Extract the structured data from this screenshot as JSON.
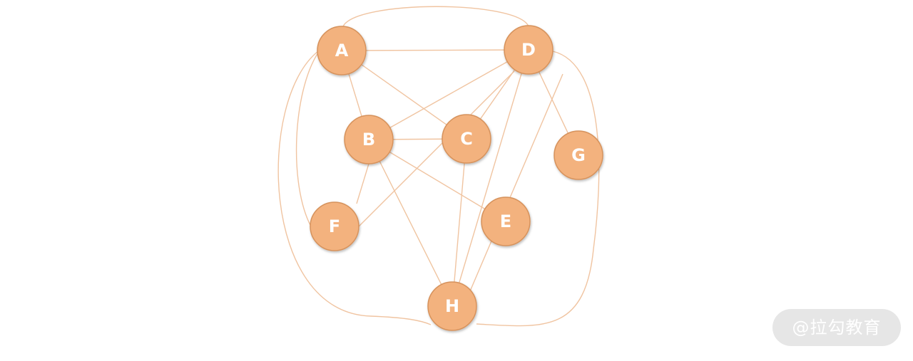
{
  "nodes": [
    {
      "id": "A",
      "label": "A"
    },
    {
      "id": "B",
      "label": "B"
    },
    {
      "id": "C",
      "label": "C"
    },
    {
      "id": "D",
      "label": "D"
    },
    {
      "id": "E",
      "label": "E"
    },
    {
      "id": "F",
      "label": "F"
    },
    {
      "id": "G",
      "label": "G"
    },
    {
      "id": "H",
      "label": "H"
    }
  ],
  "edges": [
    {
      "from": "A",
      "to": "D"
    },
    {
      "from": "A",
      "to": "D",
      "curved": true
    },
    {
      "from": "A",
      "to": "B"
    },
    {
      "from": "A",
      "to": "C"
    },
    {
      "from": "A",
      "to": "F"
    },
    {
      "from": "A",
      "to": "H"
    },
    {
      "from": "B",
      "to": "C"
    },
    {
      "from": "B",
      "to": "E"
    },
    {
      "from": "B",
      "to": "F"
    },
    {
      "from": "B",
      "to": "H"
    },
    {
      "from": "B",
      "to": "D"
    },
    {
      "from": "C",
      "to": "H"
    },
    {
      "from": "D",
      "to": "C"
    },
    {
      "from": "D",
      "to": "F"
    },
    {
      "from": "D",
      "to": "G"
    },
    {
      "from": "D",
      "to": "H"
    },
    {
      "from": "D",
      "to": "H",
      "curved": true
    },
    {
      "from": "E",
      "to": "H"
    }
  ],
  "watermark": "@拉勾教育",
  "colors": {
    "node_fill": "#f3b27e",
    "node_border": "#d6925c",
    "edge": "#f0c4a1",
    "label": "#ffffff"
  }
}
